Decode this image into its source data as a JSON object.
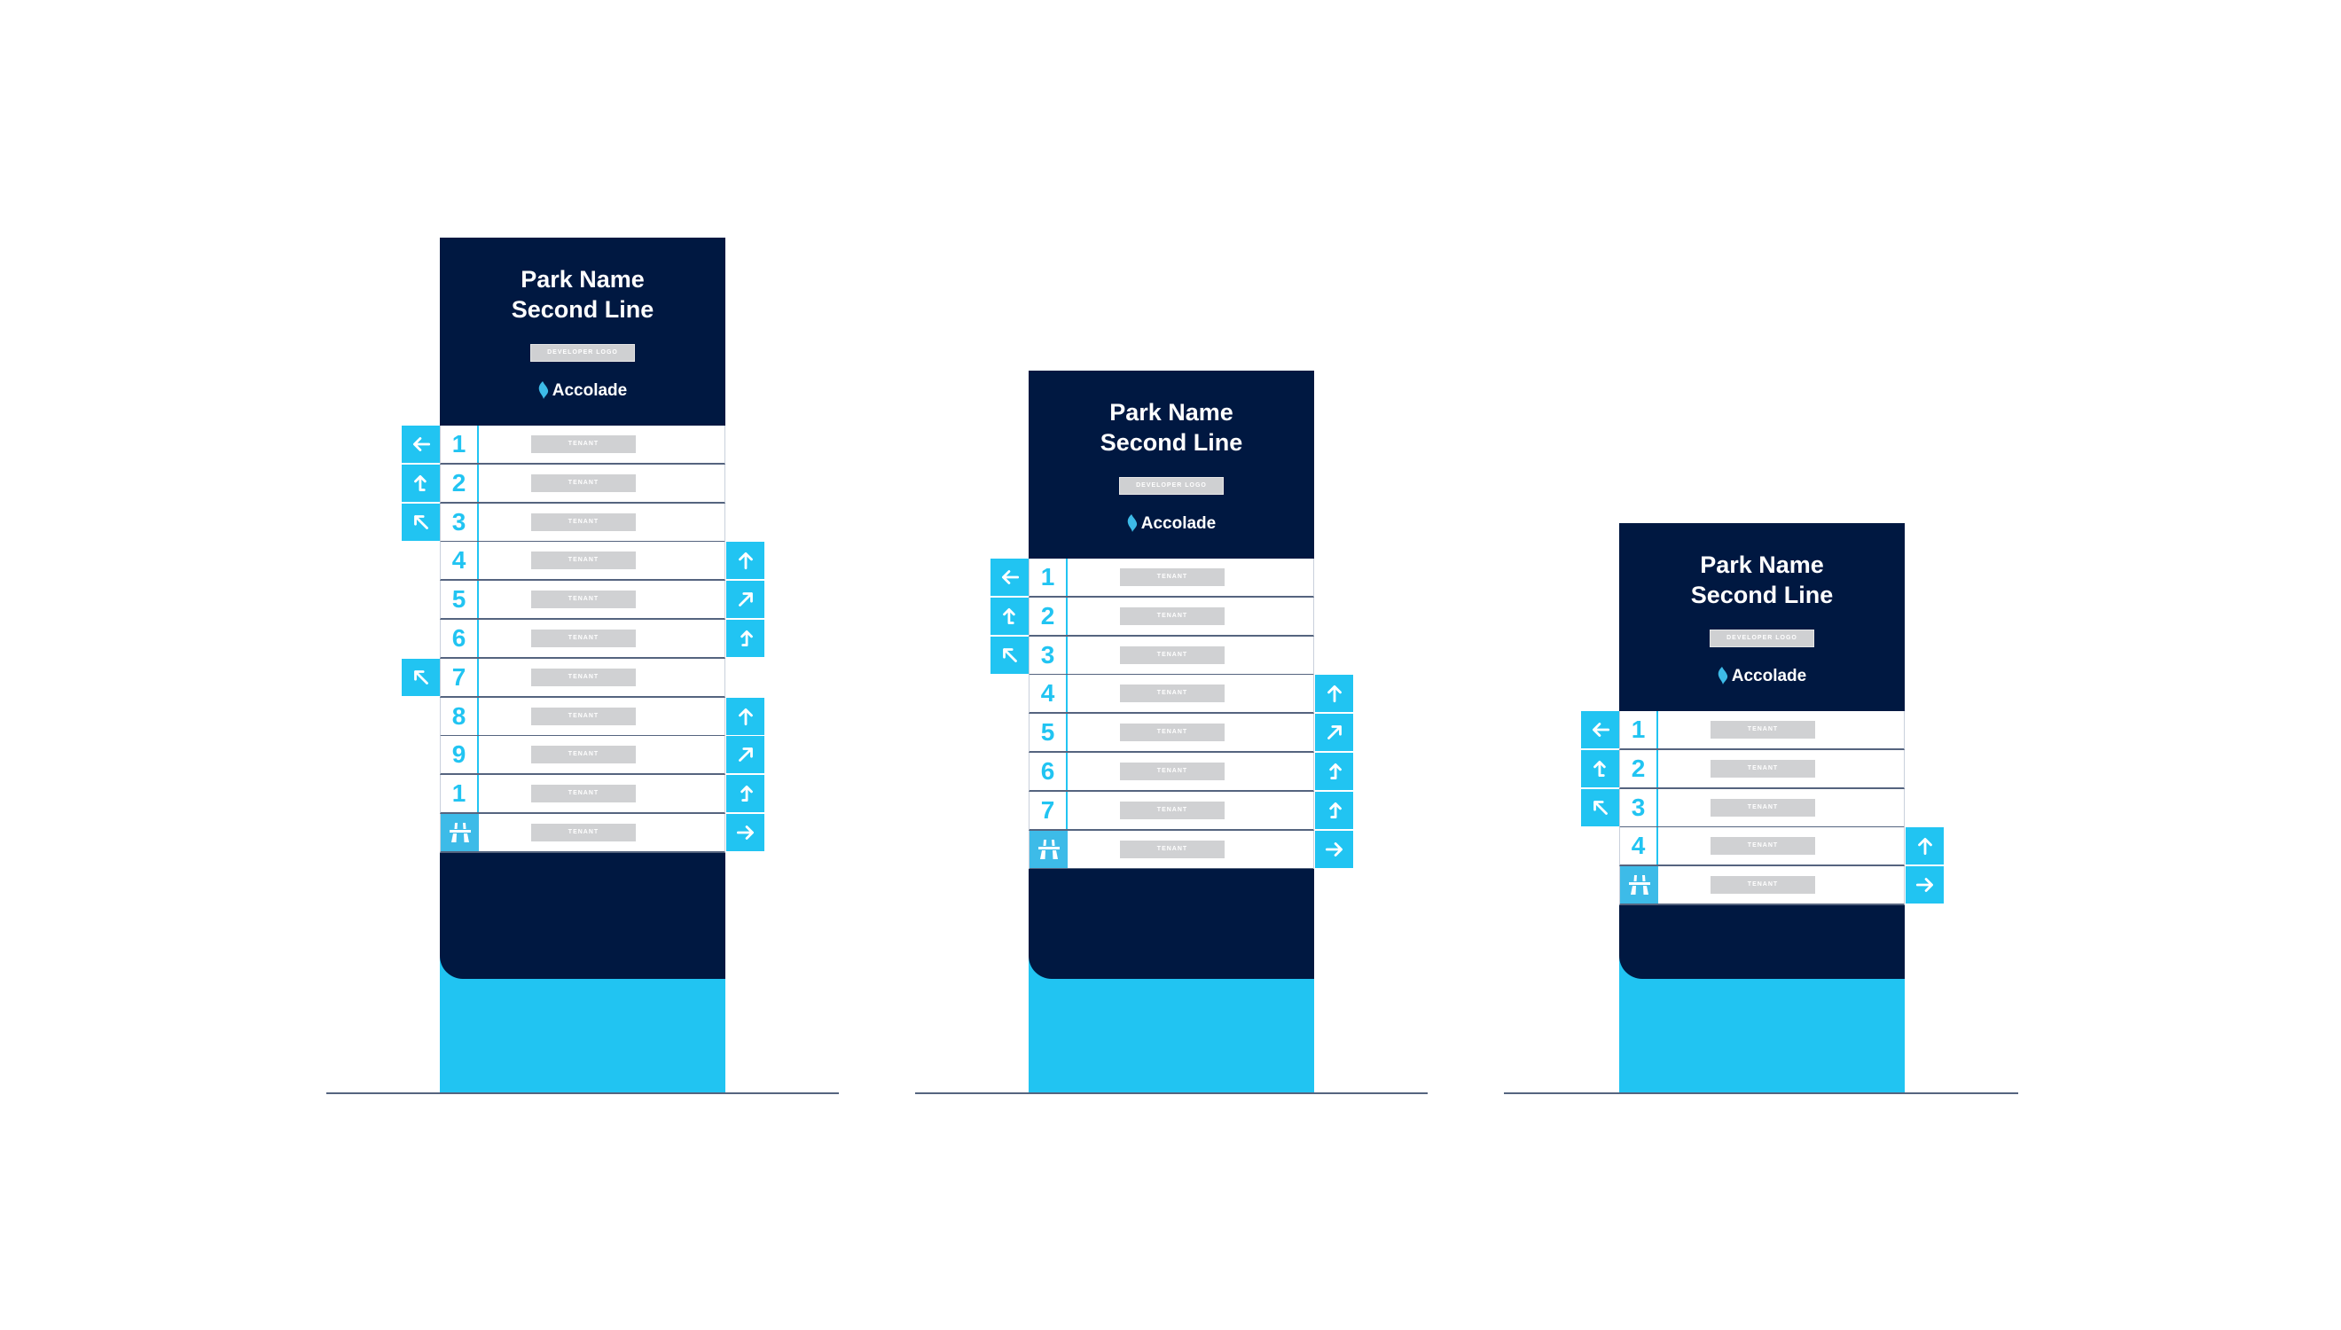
{
  "colors": {
    "navy": "#001841",
    "cyan": "#21c4f2",
    "tenant_box": "#d0d1d3"
  },
  "signs": [
    {
      "title_line1": "Park Name",
      "title_line2": "Second Line",
      "developer_logo": "DEVELOPER LOGO",
      "brand": "Accolade",
      "rows": [
        {
          "num": "1",
          "tenant": "TENANT",
          "left": "arrow-left"
        },
        {
          "num": "2",
          "tenant": "TENANT",
          "left": "arrow-up-hook-right"
        },
        {
          "num": "3",
          "tenant": "TENANT",
          "left": "arrow-up-left"
        },
        {
          "num": "4",
          "tenant": "TENANT",
          "right": "arrow-up"
        },
        {
          "num": "5",
          "tenant": "TENANT",
          "right": "arrow-up-right"
        },
        {
          "num": "6",
          "tenant": "TENANT",
          "right": "arrow-up-hook-left"
        },
        {
          "num": "7",
          "tenant": "TENANT",
          "left": "arrow-up-left"
        },
        {
          "num": "8",
          "tenant": "TENANT",
          "right": "arrow-up"
        },
        {
          "num": "9",
          "tenant": "TENANT",
          "right": "arrow-up-right"
        },
        {
          "num": "1",
          "tenant": "TENANT",
          "right": "arrow-up-hook-left"
        },
        {
          "icon": "motorway",
          "tenant": "TENANT",
          "right": "arrow-right"
        }
      ]
    },
    {
      "title_line1": "Park Name",
      "title_line2": "Second Line",
      "developer_logo": "DEVELOPER LOGO",
      "brand": "Accolade",
      "rows": [
        {
          "num": "1",
          "tenant": "TENANT",
          "left": "arrow-left"
        },
        {
          "num": "2",
          "tenant": "TENANT",
          "left": "arrow-up-hook-right"
        },
        {
          "num": "3",
          "tenant": "TENANT",
          "left": "arrow-up-left"
        },
        {
          "num": "4",
          "tenant": "TENANT",
          "right": "arrow-up"
        },
        {
          "num": "5",
          "tenant": "TENANT",
          "right": "arrow-up-right"
        },
        {
          "num": "6",
          "tenant": "TENANT",
          "right": "arrow-up-hook-left"
        },
        {
          "num": "7",
          "tenant": "TENANT",
          "right": "arrow-up-hook-left"
        },
        {
          "icon": "motorway",
          "tenant": "TENANT",
          "right": "arrow-right"
        }
      ]
    },
    {
      "title_line1": "Park Name",
      "title_line2": "Second Line",
      "developer_logo": "DEVELOPER LOGO",
      "brand": "Accolade",
      "rows": [
        {
          "num": "1",
          "tenant": "TENANT",
          "left": "arrow-left"
        },
        {
          "num": "2",
          "tenant": "TENANT",
          "left": "arrow-up-hook-right"
        },
        {
          "num": "3",
          "tenant": "TENANT",
          "left": "arrow-up-left"
        },
        {
          "num": "4",
          "tenant": "TENANT",
          "right": "arrow-up"
        },
        {
          "icon": "motorway",
          "tenant": "TENANT",
          "right": "arrow-right"
        }
      ]
    }
  ]
}
